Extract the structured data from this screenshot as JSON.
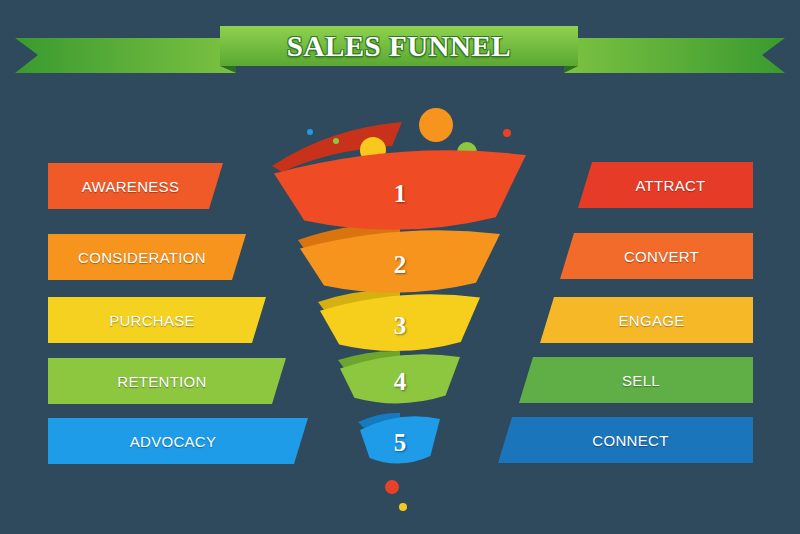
{
  "diagram": {
    "title": "SALES FUNNEL",
    "nodes": [
      {
        "text": [
          "AWARENESS"
        ]
      },
      {
        "text": [
          "1"
        ]
      },
      {
        "text": [
          "ATTRACT"
        ]
      },
      {
        "text": [
          "CONSIDERATION"
        ]
      },
      {
        "text": [
          "2"
        ]
      },
      {
        "text": [
          "CONVERT"
        ]
      },
      {
        "text": [
          "PURCHASE"
        ]
      },
      {
        "text": [
          "3"
        ]
      },
      {
        "text": [
          "ENGAGE"
        ]
      },
      {
        "text": [
          "RETENTION"
        ]
      },
      {
        "text": [
          "4"
        ]
      },
      {
        "text": [
          "SELL"
        ]
      },
      {
        "text": [
          "ADVOCACY"
        ]
      },
      {
        "text": [
          "5"
        ]
      },
      {
        "text": [
          "CONNECT"
        ]
      }
    ],
    "edges": []
  }
}
